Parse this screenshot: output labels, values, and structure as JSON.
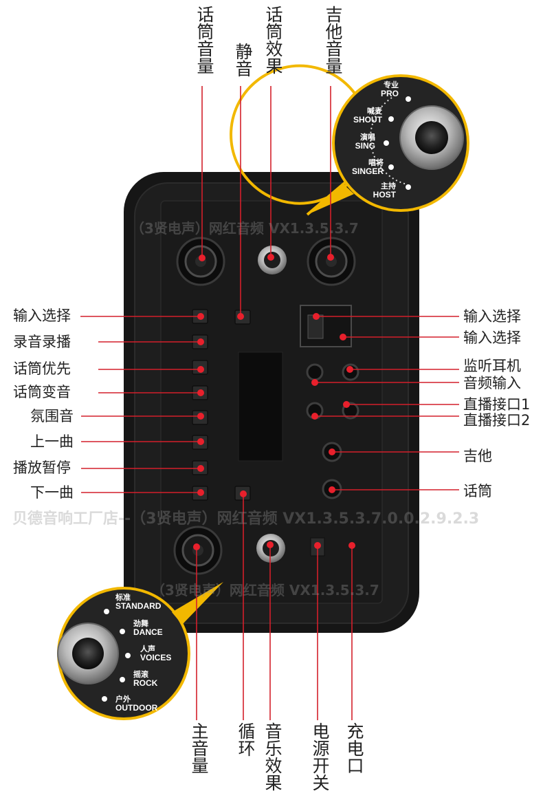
{
  "top_labels": {
    "mic_volume": "话筒音量",
    "mute": "静音",
    "mic_effect": "话筒效果",
    "guitar_volume": "吉他音量"
  },
  "bottom_labels": {
    "main_volume": "主音量",
    "loop": "循环",
    "music_effect": "音乐效果",
    "power_switch": "电源开关",
    "charge_port": "充电口"
  },
  "left_labels": [
    "输入选择",
    "录音录播",
    "话筒优先",
    "话筒变音",
    "氛围音",
    "上一曲",
    "播放暂停",
    "下一曲"
  ],
  "right_labels": [
    "输入选择",
    "输入选择",
    "监听耳机",
    "音频输入",
    "直播接口1",
    "直播接口2",
    "吉他",
    "话筒"
  ],
  "top_callout": [
    {
      "cn": "专业",
      "en": "PRO"
    },
    {
      "cn": "喊麦",
      "en": "SHOUT"
    },
    {
      "cn": "演唱",
      "en": "SING"
    },
    {
      "cn": "唱将",
      "en": "SINGER"
    },
    {
      "cn": "主持",
      "en": "HOST"
    }
  ],
  "bottom_callout": [
    {
      "cn": "标准",
      "en": "STANDARD"
    },
    {
      "cn": "劲舞",
      "en": "DANCE"
    },
    {
      "cn": "人声",
      "en": "VOICES"
    },
    {
      "cn": "摇滚",
      "en": "ROCK"
    },
    {
      "cn": "户外",
      "en": "OUTDOOR"
    }
  ],
  "watermarks": {
    "top": "（3贤电声）网红音频 VX1.3.5.3.7",
    "middle": "贝德音响工厂店--（3贤电声）网红音频 VX1.3.5.3.7.0.0.2.9.2.3",
    "bottom": "（3贤电声）网红音频 VX1.3.5.3.7"
  },
  "colors": {
    "panel": "#1b1b1b",
    "leader_line": "#d41f2a",
    "dot": "#e8202c",
    "callout_border": "#f2b800"
  }
}
